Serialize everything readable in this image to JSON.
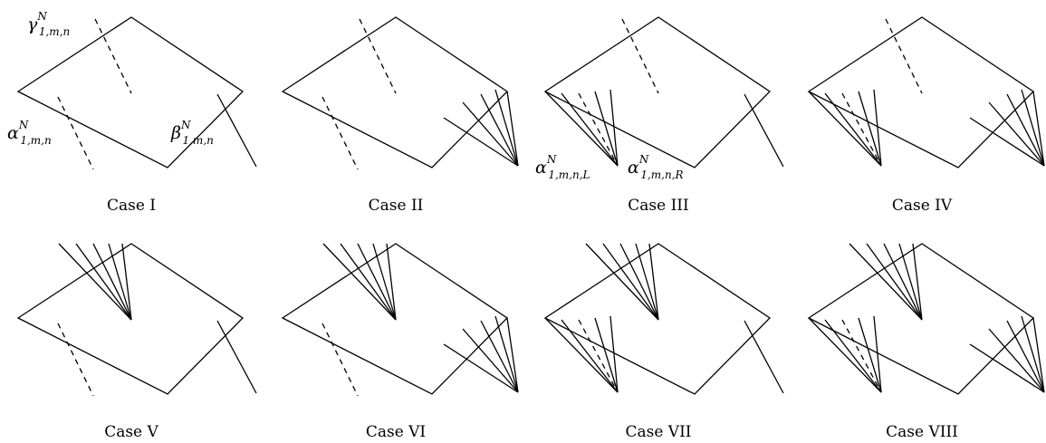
{
  "panels": [
    {
      "caption": "Case I",
      "variant": "I"
    },
    {
      "caption": "Case II",
      "variant": "II"
    },
    {
      "caption": "Case III",
      "variant": "III"
    },
    {
      "caption": "Case IV",
      "variant": "IV"
    },
    {
      "caption": "Case V",
      "variant": "V"
    },
    {
      "caption": "Case VI",
      "variant": "VI"
    },
    {
      "caption": "Case VII",
      "variant": "VII"
    },
    {
      "caption": "Case VIII",
      "variant": "VIII"
    }
  ],
  "labels": {
    "gamma": {
      "sym": "γ",
      "sup": "N",
      "sub": "1,m,n"
    },
    "alpha": {
      "sym": "α",
      "sup": "N",
      "sub": "1,m,n"
    },
    "beta": {
      "sym": "β",
      "sup": "N",
      "sub": "1,m,n"
    },
    "alpha_L": {
      "sym": "α",
      "sup": "N",
      "sub": "1,m,n,L"
    },
    "alpha_R": {
      "sym": "α",
      "sup": "N",
      "sub": "1,m,n,R"
    }
  }
}
